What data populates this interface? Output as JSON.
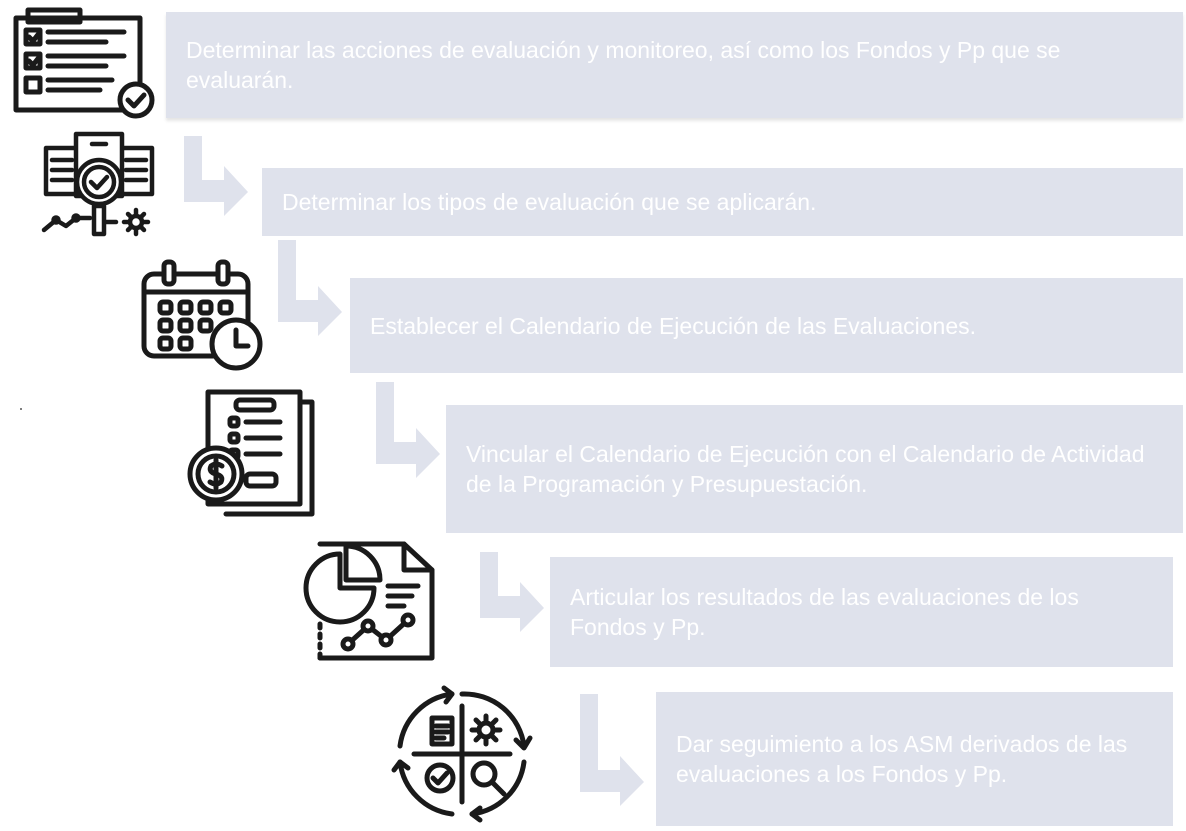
{
  "steps": [
    {
      "text": "Determinar las acciones de evaluación y monitoreo, así como los Fondos y Pp que se evaluarán.",
      "icon": "checklist-document-icon"
    },
    {
      "text": "Determinar los tipos de evaluación que se aplicarán.",
      "icon": "evaluation-magnifier-gear-icon"
    },
    {
      "text": "Establecer el Calendario de Ejecución de las Evaluaciones.",
      "icon": "calendar-clock-icon"
    },
    {
      "text": "Vincular el Calendario de Ejecución con el Calendario de Actividad de la Programación y Presupuestación.",
      "icon": "budget-document-dollar-icon"
    },
    {
      "text": "Articular los resultados de las evaluaciones de los Fondos y Pp.",
      "icon": "report-pie-line-chart-icon"
    },
    {
      "text": "Dar seguimiento a los ASM derivados de las evaluaciones a los Fondos y Pp.",
      "icon": "cycle-monitoring-icon"
    }
  ],
  "colors": {
    "box": "#dfe2ec",
    "box_text": "#ffffff",
    "arrow": "#dfe2ec",
    "icon": "#1a1a1a"
  }
}
